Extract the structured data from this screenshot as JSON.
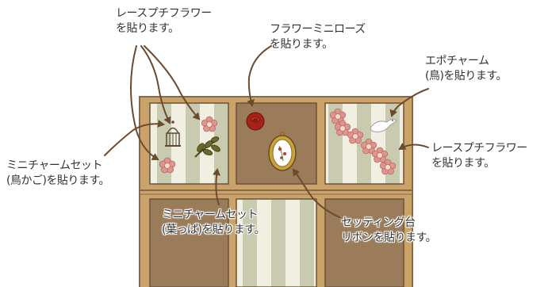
{
  "labels": {
    "lace_top": [
      "レースプチフラワー",
      "を貼ります。"
    ],
    "rose": [
      "フラワーミニローズ",
      "を貼ります。"
    ],
    "epochar": [
      "エポチャーム",
      "(鳥)を貼ります。"
    ],
    "cage": [
      "ミニチャームセット",
      "(鳥かご)を貼ります。"
    ],
    "lace_right": [
      "レースプチフラワー",
      "を貼ります。"
    ],
    "leaf": [
      "ミニチャームセット",
      "(葉っぱ)を貼ります。"
    ],
    "setting": [
      "セッティング台",
      "リボンを貼ります。"
    ]
  },
  "colors": {
    "frame": "#c9a36a",
    "frame_dark": "#8a6a45",
    "panel_brown": "#9a7b5a",
    "stripe_light": "#f1efe1",
    "stripe_green": "#c6c8ac",
    "flower": "#d98f87",
    "rose": "#b0261d",
    "arrow": "#6b4a2e"
  }
}
